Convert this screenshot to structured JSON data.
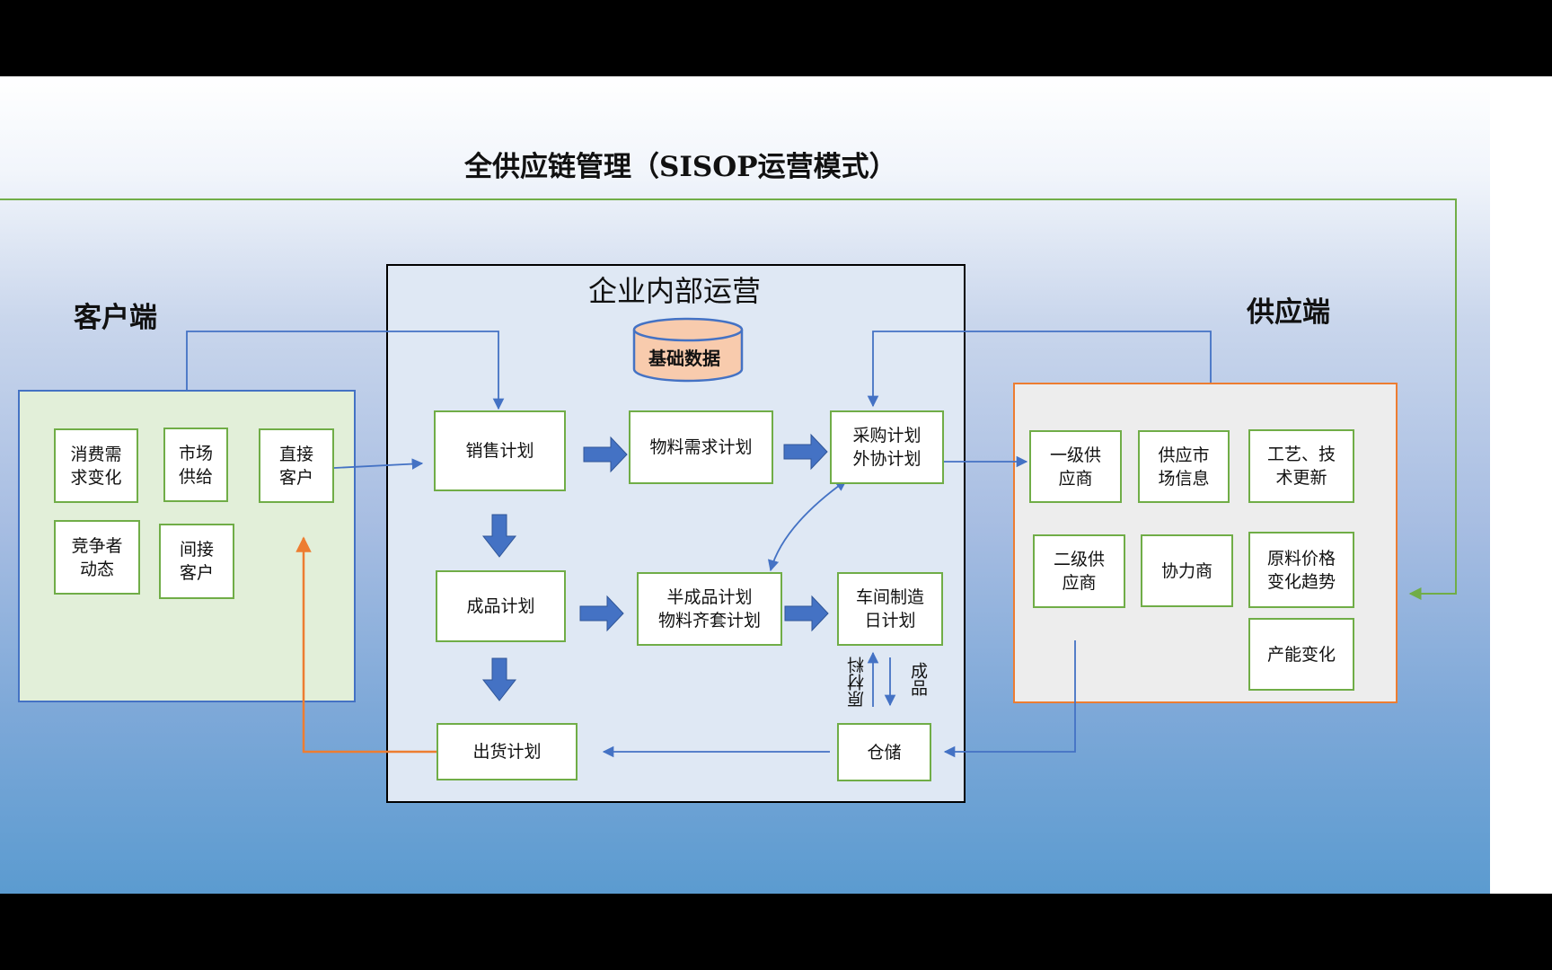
{
  "title": "全供应链管理（SISOP运营模式）",
  "customer": {
    "heading": "客户端",
    "boxes": {
      "consumer_demand": "消费需\n求变化",
      "market_supply": "市场\n供给",
      "direct_customer": "直接\n客户",
      "competitor": "竞争者\n动态",
      "indirect_customer": "间接\n客户"
    }
  },
  "internal": {
    "heading": "企业内部运营",
    "database": "基础数据",
    "boxes": {
      "sales_plan": "销售计划",
      "material_plan": "物料需求计划",
      "purchase_plan": "采购计划\n外协计划",
      "finished_plan": "成品计划",
      "semi_plan": "半成品计划\n物料齐套计划",
      "workshop_plan": "车间制造\n日计划",
      "shipping_plan": "出货计划",
      "warehouse": "仓储"
    },
    "flow_labels": {
      "raw_material": "原材料",
      "finished_goods": "成品"
    }
  },
  "supplier": {
    "heading": "供应端",
    "boxes": {
      "tier1": "一级供\n应商",
      "market_info": "供应市\n场信息",
      "tech_update": "工艺、技\n术更新",
      "tier2": "二级供\n应商",
      "partner": "协力商",
      "price_trend": "原料价格\n变化趋势",
      "capacity": "产能变化"
    }
  },
  "colors": {
    "accent_green": "#70ad47",
    "flow_blue": "#4472c4",
    "return_orange": "#ed7d31",
    "database_fill": "#f8cbad"
  }
}
